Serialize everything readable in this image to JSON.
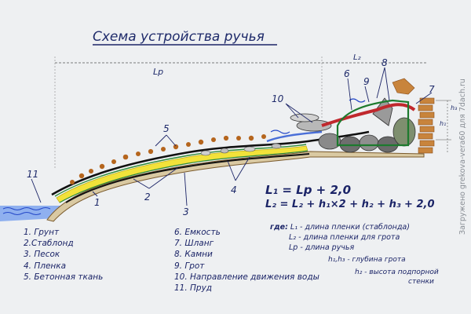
{
  "title": "Схема устройства ручья",
  "dimension_labels": {
    "lp": "Lр",
    "l2": "L₂",
    "h1": "h₁",
    "h3": "h₃"
  },
  "callouts": [
    "1",
    "2",
    "2",
    "3",
    "3",
    "4",
    "4",
    "5",
    "6",
    "7",
    "8",
    "9",
    "10",
    "11"
  ],
  "legend_left": [
    "1. Грунт",
    "2.Стаблонд",
    "3. Песок",
    "4. Пленка",
    "5. Бетонная ткань"
  ],
  "legend_right": [
    "6. Емкость",
    "7. Шланг",
    "8. Камни",
    "9. Грот",
    "10. Направление движения воды",
    "11. Пруд"
  ],
  "formulas": {
    "line1": "L₁ = Lр + 2,0",
    "line2": "L₂ = L₂ + h₁×2 + h₂ + h₃ + 2,0"
  },
  "definitions": {
    "where": "где:",
    "l1": "L₁ - длина пленки (стаблонда)",
    "l2": "L₂ - длина пленки для грота",
    "lp": "Lр - длина ручья",
    "h1h3": "h₁,h₃ - глубина грота",
    "h2a": "h₂ - высота подпорной",
    "h2b": "стенки"
  },
  "watermark": "Загружено grekova-vera60 для 7dach.ru",
  "colors": {
    "ink": "#1b2467",
    "sand": "#f2e23a",
    "soil": "#b5651d",
    "water": "#4a6fd8",
    "film": "#111111",
    "stone": "#7c7c7c",
    "hose": "#c0282d",
    "brick": "#c8843c"
  }
}
